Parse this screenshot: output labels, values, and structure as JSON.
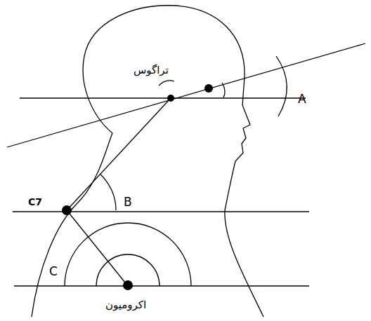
{
  "diagram": {
    "labels": [
      "تراگوس",
      "A",
      "C7",
      "B",
      "C",
      "اکرومیون"
    ]
  }
}
